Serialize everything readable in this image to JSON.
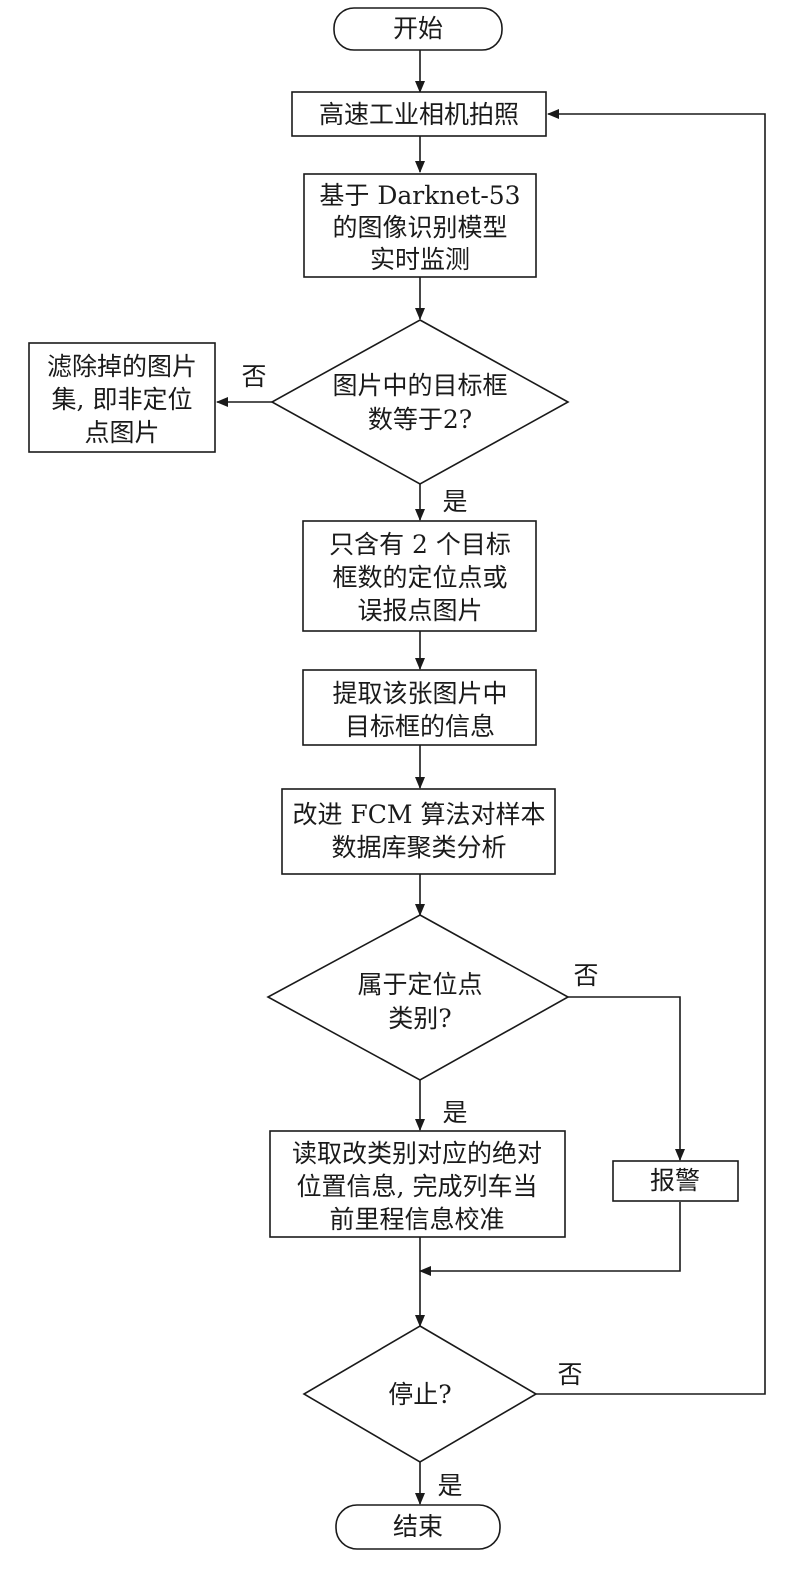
{
  "diagram": {
    "start": "开始",
    "capture": "高速工业相机拍照",
    "detect": [
      "基于 Darknet-53",
      "的图像识别模型",
      "实时监测"
    ],
    "decision_count": [
      "图片中的目标框",
      "数等于2?"
    ],
    "filtered": [
      "滤除掉的图片",
      "集, 即非定位",
      "点图片"
    ],
    "two_boxes": [
      "只含有 2 个目标",
      "框数的定位点或",
      "误报点图片"
    ],
    "extract": [
      "提取该张图片中",
      "目标框的信息"
    ],
    "cluster": [
      "改进 FCM 算法对样本",
      "数据库聚类分析"
    ],
    "decision_class": [
      "属于定位点",
      "类别?"
    ],
    "read_info": [
      "读取改类别对应的绝对",
      "位置信息, 完成列车当",
      "前里程信息校准"
    ],
    "alarm": "报警",
    "decision_stop": "停止?",
    "end": "结束",
    "labels": {
      "no1": "否",
      "yes1": "是",
      "no2": "否",
      "yes2": "是",
      "no3": "否",
      "yes3": "是"
    }
  }
}
